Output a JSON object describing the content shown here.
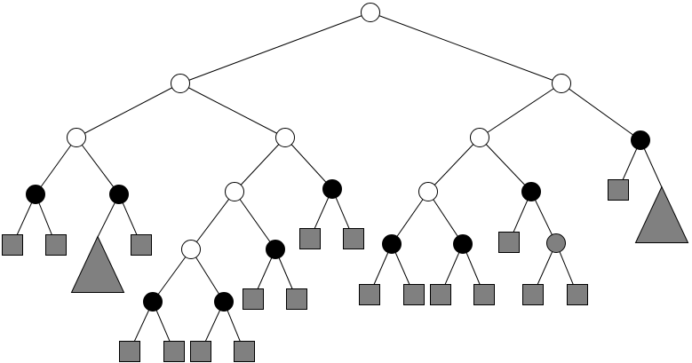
{
  "colors": {
    "open_node": "#ffffff",
    "filled_node": "#000000",
    "gray_node": "#808080",
    "leaf": "#808080",
    "subtree": "#808080",
    "edge": "#000000"
  },
  "tree": {
    "type": "circle",
    "fill": "open",
    "children": [
      {
        "type": "circle",
        "fill": "open",
        "children": [
          {
            "type": "circle",
            "fill": "open",
            "children": [
              {
                "type": "circle",
                "fill": "filled",
                "children": [
                  {
                    "type": "leaf"
                  },
                  {
                    "type": "leaf"
                  }
                ]
              },
              {
                "type": "circle",
                "fill": "filled",
                "children": [
                  {
                    "type": "subtree"
                  },
                  {
                    "type": "leaf"
                  }
                ]
              }
            ]
          },
          {
            "type": "circle",
            "fill": "open",
            "children": [
              {
                "type": "circle",
                "fill": "open",
                "children": [
                  {
                    "type": "circle",
                    "fill": "open",
                    "children": [
                      {
                        "type": "circle",
                        "fill": "filled",
                        "children": [
                          {
                            "type": "leaf"
                          },
                          {
                            "type": "leaf"
                          }
                        ]
                      },
                      {
                        "type": "circle",
                        "fill": "filled",
                        "children": [
                          {
                            "type": "leaf"
                          },
                          {
                            "type": "leaf"
                          }
                        ]
                      }
                    ]
                  },
                  {
                    "type": "circle",
                    "fill": "filled",
                    "children": [
                      {
                        "type": "leaf"
                      },
                      {
                        "type": "leaf"
                      }
                    ]
                  }
                ]
              },
              {
                "type": "circle",
                "fill": "filled",
                "children": [
                  {
                    "type": "leaf"
                  },
                  {
                    "type": "leaf"
                  }
                ]
              }
            ]
          }
        ]
      },
      {
        "type": "circle",
        "fill": "open",
        "children": [
          {
            "type": "circle",
            "fill": "open",
            "children": [
              {
                "type": "circle",
                "fill": "open",
                "children": [
                  {
                    "type": "circle",
                    "fill": "filled",
                    "children": [
                      {
                        "type": "leaf"
                      },
                      {
                        "type": "leaf"
                      }
                    ]
                  },
                  {
                    "type": "circle",
                    "fill": "filled",
                    "children": [
                      {
                        "type": "leaf"
                      },
                      {
                        "type": "leaf"
                      }
                    ]
                  }
                ]
              },
              {
                "type": "circle",
                "fill": "filled",
                "children": [
                  {
                    "type": "leaf"
                  },
                  {
                    "type": "circle",
                    "fill": "gray",
                    "children": [
                      {
                        "type": "leaf"
                      },
                      {
                        "type": "leaf"
                      }
                    ]
                  }
                ]
              }
            ]
          },
          {
            "type": "circle",
            "fill": "filled",
            "children": [
              {
                "type": "leaf"
              },
              {
                "type": "subtree"
              }
            ]
          }
        ]
      }
    ]
  }
}
